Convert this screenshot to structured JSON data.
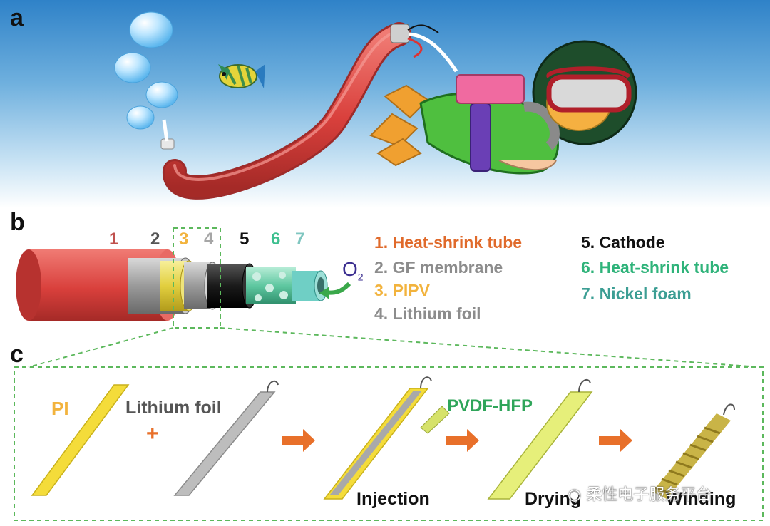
{
  "panels": {
    "a": "a",
    "b": "b",
    "c": "c"
  },
  "cable_numbers": [
    {
      "text": "1",
      "color": "#c0504d"
    },
    {
      "text": "2",
      "color": "#555555"
    },
    {
      "text": "3",
      "color": "#f2b33d"
    },
    {
      "text": "4",
      "color": "#a6a6a6"
    },
    {
      "text": "5",
      "color": "#111111"
    },
    {
      "text": "6",
      "color": "#3dbf8f"
    },
    {
      "text": "7",
      "color": "#7fc6c0"
    }
  ],
  "oxygen": {
    "symbol": "O",
    "subscript": "2"
  },
  "legend_left": [
    {
      "text": "1. Heat-shrink tube",
      "color": "#e06a2b"
    },
    {
      "text": "2. GF membrane",
      "color": "#8c8c8c"
    },
    {
      "text": "3. PIPV",
      "color": "#f2b33d"
    },
    {
      "text": "4. Lithium foil",
      "color": "#8c8c8c"
    }
  ],
  "legend_right": [
    {
      "text": "5. Cathode",
      "color": "#111111"
    },
    {
      "text": "6. Heat-shrink tube",
      "color": "#2fb37a"
    },
    {
      "text": "7. Nickel foam",
      "color": "#3c9e94"
    }
  ],
  "process": {
    "pi_label": "PI",
    "plus": "+",
    "lithium_label": "Lithium foil",
    "pvdf_label": "PVDF-HFP",
    "step1": "Injection",
    "step2": "Drying",
    "step3": "Winding"
  },
  "watermark": "柔性电子服务平台",
  "colors": {
    "tube_red": "#e0544f",
    "pi_yellow": "#f4dc3a",
    "foil_gray": "#b7b7b7",
    "arrow_orange": "#e8702a",
    "dash_green": "#5cb85c"
  }
}
